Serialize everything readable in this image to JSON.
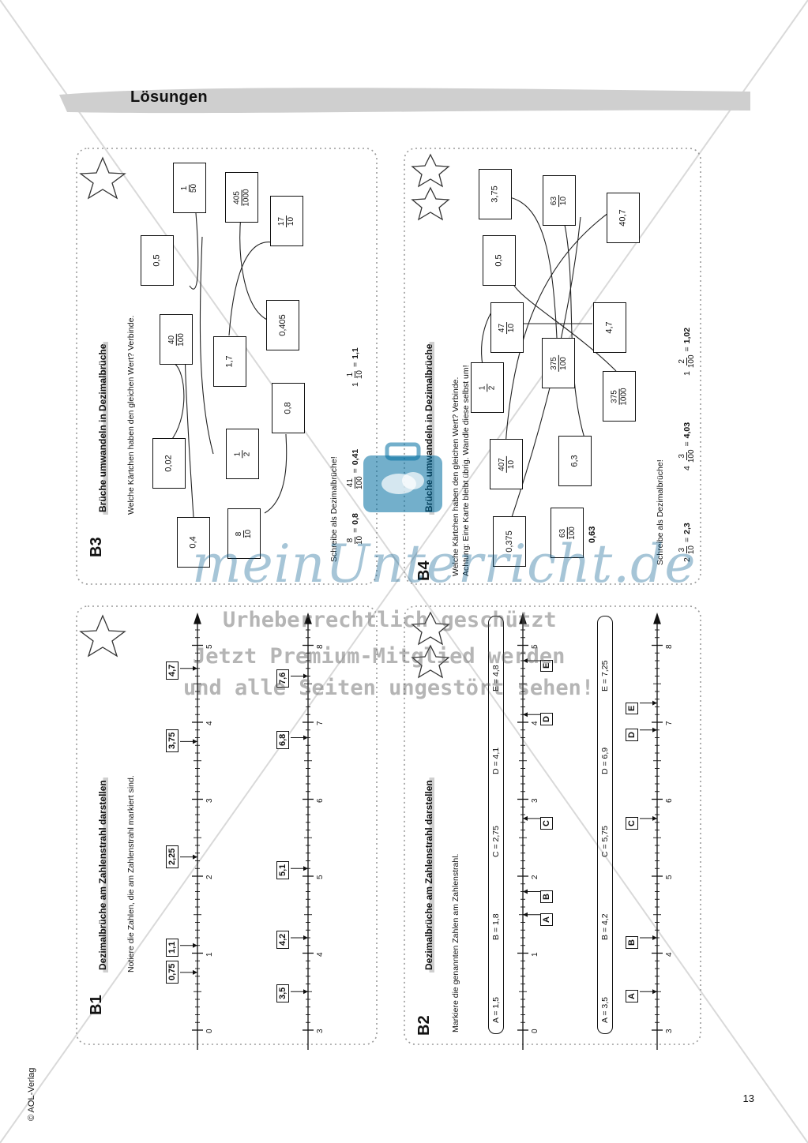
{
  "header": {
    "title": "Lösungen"
  },
  "footer": {
    "page_number": "13",
    "copyright": "© AOL-Verlag"
  },
  "b3": {
    "id": "B3",
    "title": "Brüche umwandeln in Dezimalbrüche",
    "instruction": "Welche Kärtchen haben den gleichen Wert? Verbinde.",
    "cards": [
      "0,4",
      "8/10",
      "0,02",
      "1/2",
      "0,8",
      "40/100",
      "1,7",
      "0,5",
      "0,405",
      "1/50",
      "405/1000",
      "17/10"
    ],
    "write_prompt": "Schreibe als Dezimalbrüche!",
    "equations": [
      {
        "frac": "8/10",
        "answer": "0,8"
      },
      {
        "frac": "41/100",
        "answer": "0,41"
      },
      {
        "whole": "1",
        "frac": "1/10",
        "answer": "1,1"
      }
    ]
  },
  "b4": {
    "id": "B4",
    "title": "Brüche umwandeln in Dezimalbrüche",
    "instruction_1": "Welche Kärtchen haben den gleichen Wert? Verbinde.",
    "instruction_2": "Achtung: Eine Karte bleibt übrig. Wandle diese selbst um!",
    "cards": [
      "0,375",
      "63/100",
      "407/10",
      "6,3",
      "1/2",
      "375/100",
      "375/1000",
      "47/10",
      "0,5",
      "4,7",
      "3,75",
      "63/10",
      "40,7"
    ],
    "leftover_answer": "0,63",
    "write_prompt": "Schreibe als Dezimalbrüche!",
    "equations": [
      {
        "whole": "2",
        "frac": "3/10",
        "answer": "2,3"
      },
      {
        "whole": "4",
        "frac": "3/100",
        "answer": "4,03"
      },
      {
        "whole": "1",
        "frac": "2/100",
        "answer": "1,02"
      }
    ]
  },
  "b1": {
    "id": "B1",
    "title": "Dezimalbrüche am Zahlenstrahl darstellen",
    "instruction": "Notiere die Zahlen, die am Zahlenstrahl markiert sind.",
    "line1": {
      "ticks": [
        "0",
        "1",
        "2",
        "3",
        "4",
        "5"
      ],
      "answers": [
        "0,75",
        "1,1",
        "2,25",
        "3,75",
        "4,7"
      ]
    },
    "line2": {
      "ticks": [
        "3",
        "4",
        "5",
        "6",
        "7",
        "8"
      ],
      "answers": [
        "3,5",
        "4,2",
        "5,1",
        "6,8",
        "7,6"
      ]
    }
  },
  "b2": {
    "id": "B2",
    "title": "Dezimalbrüche am Zahlenstrahl darstellen",
    "instruction": "Markiere die genannten Zahlen am Zahlenstrahl.",
    "line1": {
      "values": [
        "A = 1,5",
        "B = 1,8",
        "C = 2,75",
        "D = 4,1",
        "E = 4,8"
      ],
      "ticks": [
        "0",
        "1",
        "2",
        "3",
        "4",
        "5"
      ],
      "marks": [
        "A",
        "B",
        "C",
        "D",
        "E"
      ]
    },
    "line2": {
      "values": [
        "A = 3,5",
        "B = 4,2",
        "C = 5,75",
        "D = 6,9",
        "E = 7,25"
      ],
      "ticks": [
        "3",
        "4",
        "5",
        "6",
        "7",
        "8"
      ],
      "marks": [
        "A",
        "B",
        "C",
        "D",
        "E"
      ]
    }
  },
  "watermark": {
    "logo": "meinUnterricht.de",
    "line1": "Urheberrechtlich geschützt",
    "line2": "Jetzt Premium-Mitglied werden",
    "line3": "und alle Seiten ungestört sehen!"
  }
}
